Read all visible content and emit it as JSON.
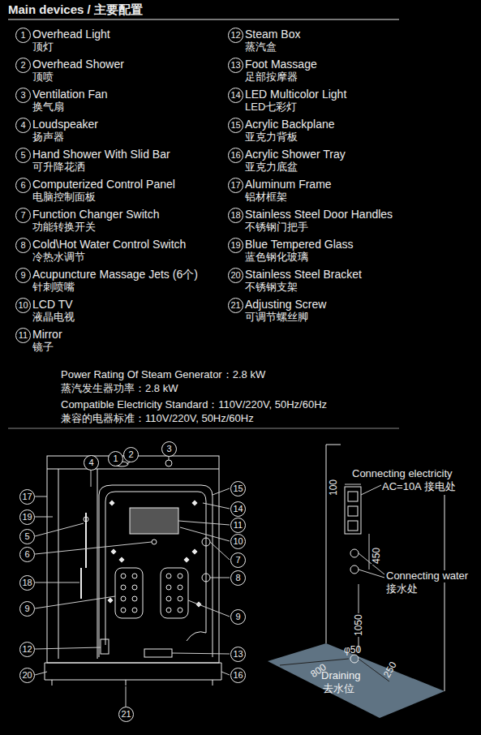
{
  "diagram": {
    "title": "Main devices / 主要配置",
    "labels": [
      "1",
      "Overhead Light",
      "顶灯",
      "2",
      "Overhead Shower",
      "顶喷",
      "3",
      "Ventilation Fan",
      "换气扇",
      "4",
      "Loudspeaker",
      "扬声器",
      "5",
      "Hand Shower With Slid Bar",
      "可升降花洒",
      "6",
      "Computerized Control Panel",
      "电脑控制面板",
      "7",
      "Function Changer Switch",
      "功能转换开关",
      "8",
      "Cold\\Hot Water Control Switch",
      "冷热水调节",
      "9",
      "Acupuncture Massage Jets (6个)",
      "针刺喷嘴",
      "10",
      "LCD   TV",
      "液晶电视",
      "11",
      "Mirror",
      "镜子",
      "12",
      "Steam Box",
      "蒸汽盒",
      "13",
      "Foot Massage",
      "足部按摩器",
      "14",
      "LED Multicolor Light",
      "LED七彩灯",
      "15",
      "Acrylic Backplane",
      "亚克力背板",
      "16",
      "Acrylic Shower Tray",
      "亚克力底盆",
      "17",
      "Aluminum Frame",
      "铝材框架",
      "18",
      "Stainless Steel Door Handles",
      "不锈钢门把手",
      "19",
      "Blue Tempered Glass",
      "蓝色钢化玻璃",
      "20",
      "Stainless Steel Bracket",
      "不锈钢支架",
      "21",
      "Adjusting Screw",
      "可调节螺丝脚",
      "Power Rating Of Steam Generator：2.8 kW",
      "蒸汽发生器功率：2.8 kW",
      "Compatible Electricity Standard：110V/220V, 50Hz/60Hz",
      "兼容的电器标准：110V/220V, 50Hz/60Hz",
      "4",
      "1",
      "2",
      "3",
      "17",
      "15",
      "19",
      "14",
      "11",
      "5",
      "10",
      "6",
      "7",
      "18",
      "8",
      "9",
      "9",
      "12",
      "13",
      "20",
      "16",
      "21",
      "Connecting electricity",
      "AC=10A 接电处",
      "100",
      "450",
      "Connecting water",
      "接水处",
      "1050",
      "800",
      "φ50",
      "250",
      "Draining",
      "去水位"
    ]
  }
}
